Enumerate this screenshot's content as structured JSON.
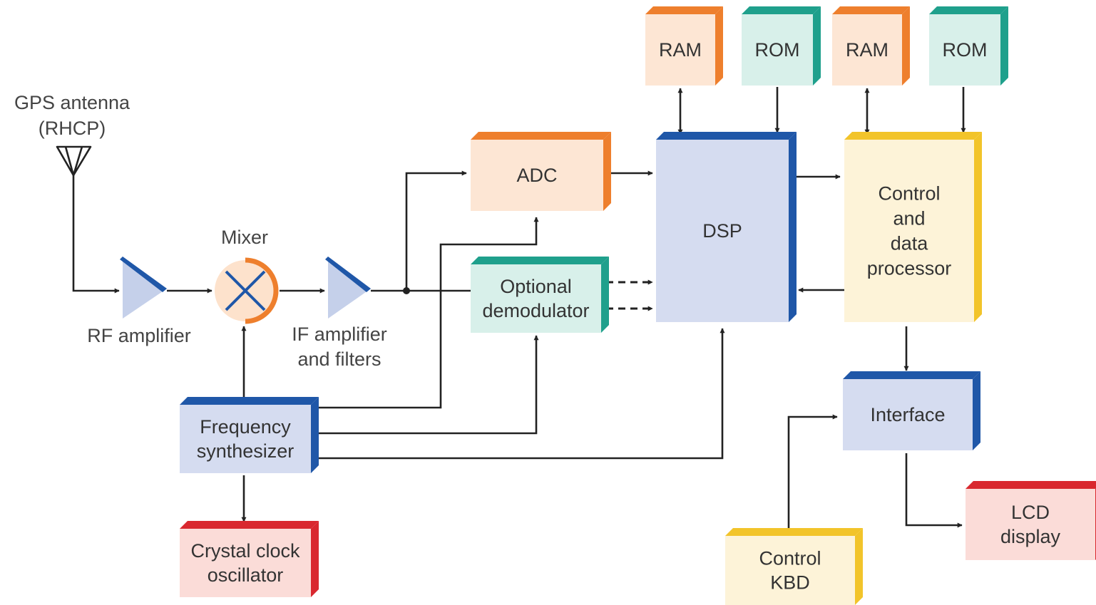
{
  "colors": {
    "orange": "#ee7f2d",
    "teal": "#1fa08c",
    "blue": "#1f57a8",
    "yellow": "#f2c42a",
    "red": "#d9282f",
    "fill_orange": "#fde6d4",
    "fill_teal": "#d8f0ea",
    "fill_blue": "#d5dcf0",
    "fill_yellow": "#fdf3d8",
    "fill_red": "#fbdcd8",
    "wire": "#222222"
  },
  "blocks": {
    "ram1": {
      "lines": [
        "RAM"
      ],
      "color": "orange"
    },
    "rom1": {
      "lines": [
        "ROM"
      ],
      "color": "teal"
    },
    "ram2": {
      "lines": [
        "RAM"
      ],
      "color": "orange"
    },
    "rom2": {
      "lines": [
        "ROM"
      ],
      "color": "teal"
    },
    "adc": {
      "lines": [
        "ADC"
      ],
      "color": "orange"
    },
    "dsp": {
      "lines": [
        "DSP"
      ],
      "color": "blue"
    },
    "control_processor": {
      "lines": [
        "Control",
        "and",
        "data",
        "processor"
      ],
      "color": "yellow"
    },
    "demodulator": {
      "lines": [
        "Optional",
        "demodulator"
      ],
      "color": "teal"
    },
    "interface": {
      "lines": [
        "Interface"
      ],
      "color": "blue"
    },
    "freq_synth": {
      "lines": [
        "Frequency",
        "synthesizer"
      ],
      "color": "blue"
    },
    "crystal": {
      "lines": [
        "Crystal clock",
        "oscillator"
      ],
      "color": "red"
    },
    "lcd": {
      "lines": [
        "LCD",
        "display"
      ],
      "color": "red"
    },
    "kbd": {
      "lines": [
        "Control",
        "KBD"
      ],
      "color": "yellow"
    }
  },
  "labels": {
    "antenna": [
      "GPS antenna",
      "(RHCP)"
    ],
    "mixer": [
      "Mixer"
    ],
    "rf_amp": [
      "RF amplifier"
    ],
    "if_amp": [
      "IF amplifier",
      "and filters"
    ]
  }
}
